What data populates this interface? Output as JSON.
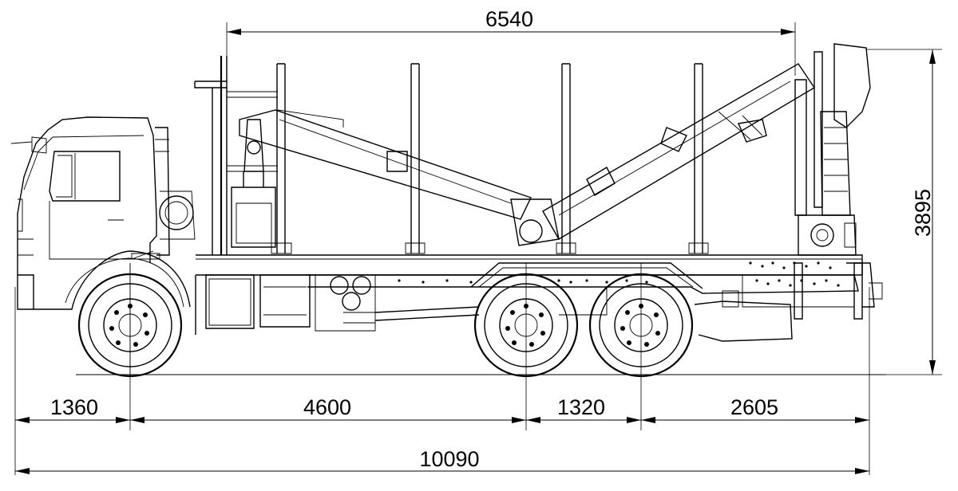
{
  "dimensions": {
    "stanchion_span": "6540",
    "overall_height": "3895",
    "front_overhang": "1360",
    "wheelbase_front": "4600",
    "rear_axle_spacing": "1320",
    "rear_overhang": "2605",
    "overall_length": "10090"
  }
}
